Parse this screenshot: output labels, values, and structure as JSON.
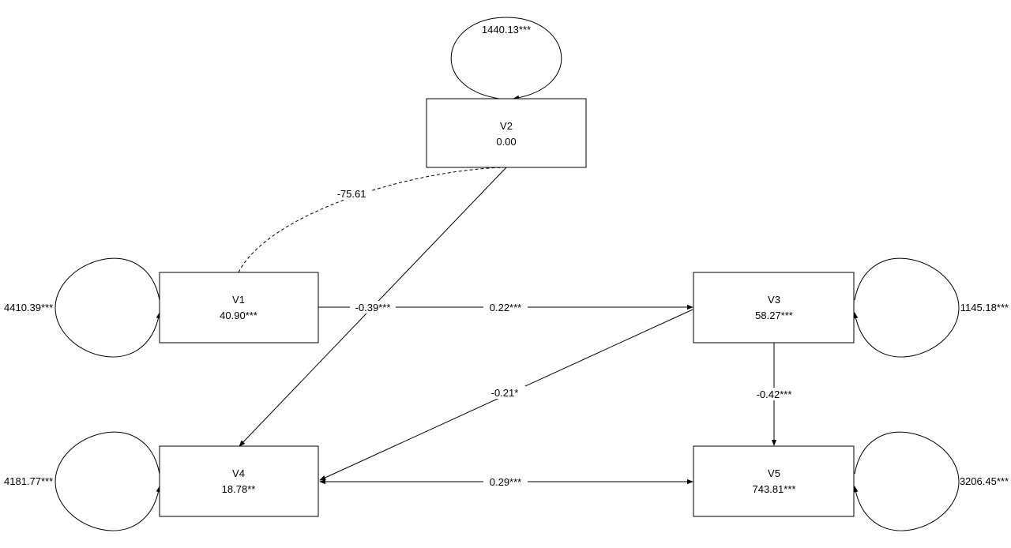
{
  "nodes": {
    "v2": {
      "name": "V2",
      "value": "0.00",
      "variance": "1440.13***"
    },
    "v1": {
      "name": "V1",
      "value": "40.90***",
      "variance": "4410.39***"
    },
    "v3": {
      "name": "V3",
      "value": "58.27***",
      "variance": "1145.18***"
    },
    "v4": {
      "name": "V4",
      "value": "18.78**",
      "variance": "4181.77***"
    },
    "v5": {
      "name": "V5",
      "value": "743.81***",
      "variance": "3206.45***"
    }
  },
  "paths": {
    "v1_v2_cov": "-75.61",
    "v2_v4": "-0.39***",
    "v1_v3": "0.22***",
    "v3_v4": "-0.21*",
    "v3_v5": "-0.42***",
    "v4_v5": "0.29***"
  }
}
